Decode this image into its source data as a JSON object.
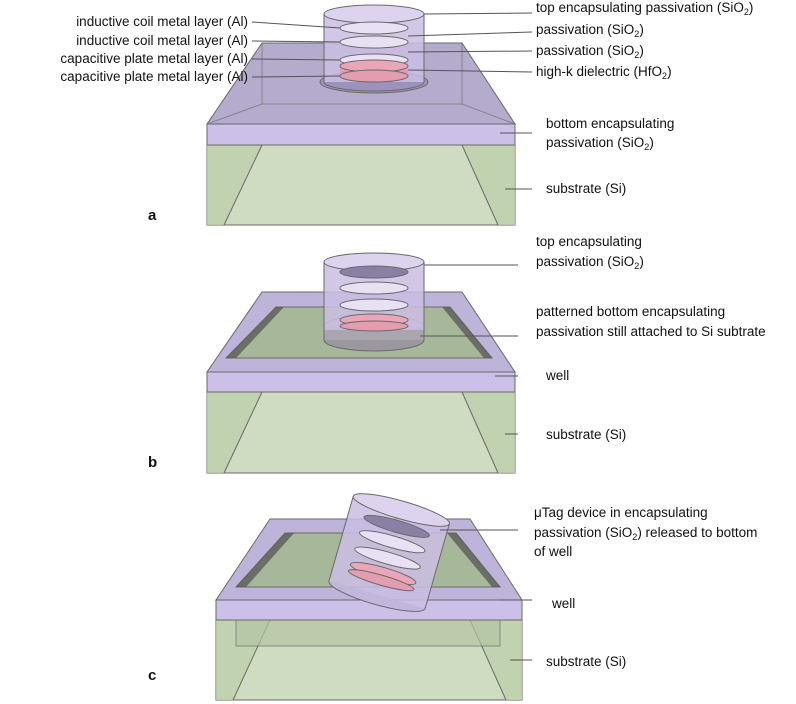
{
  "colors": {
    "substrate": "#cfdcc2",
    "substrate_side": "#b9cca8",
    "passivation": "#b3a6d2",
    "passivation_top": "#a79cc4",
    "dielectric": "#e39cb0",
    "cylinder": "#cbbde3",
    "edge": "#6a6a6a"
  },
  "panels": {
    "a": {
      "letter": "a",
      "left_labels": [
        "inductive coil metal layer (Al)",
        "inductive coil metal layer (Al)",
        "capacitive plate metal layer (Al)",
        "capacitive plate metal layer (Al)"
      ],
      "right_labels": [
        {
          "text": "top encapsulating passivation (SiO",
          "sub": "2",
          "tail": ")"
        },
        {
          "text": "passivation (SiO",
          "sub": "2",
          "tail": ")"
        },
        {
          "text": "passivation (SiO",
          "sub": "2",
          "tail": ")"
        },
        {
          "text": "high-k dielectric (HfO",
          "sub": "2",
          "tail": ")"
        }
      ],
      "bottom_passivation_line1": "bottom encapsulating",
      "bottom_passivation_line2": {
        "text": "passivation (SiO",
        "sub": "2",
        "tail": ")"
      },
      "substrate": "substrate (Si)"
    },
    "b": {
      "letter": "b",
      "top_line1": "top encapsulating",
      "top_line2": {
        "text": "passivation (SiO",
        "sub": "2",
        "tail": ")"
      },
      "patterned_line1": "patterned bottom encapsulating",
      "patterned_line2": "passivation still attached to Si subtrate",
      "well": "well",
      "substrate": "substrate (Si)"
    },
    "c": {
      "letter": "c",
      "device_line1": "μTag device in encapsulating",
      "device_line2": {
        "text": "passivation (SiO",
        "sub": "2",
        "tail": ") released to bottom"
      },
      "device_line3": "of well",
      "well": "well",
      "substrate": "substrate (Si)"
    }
  }
}
